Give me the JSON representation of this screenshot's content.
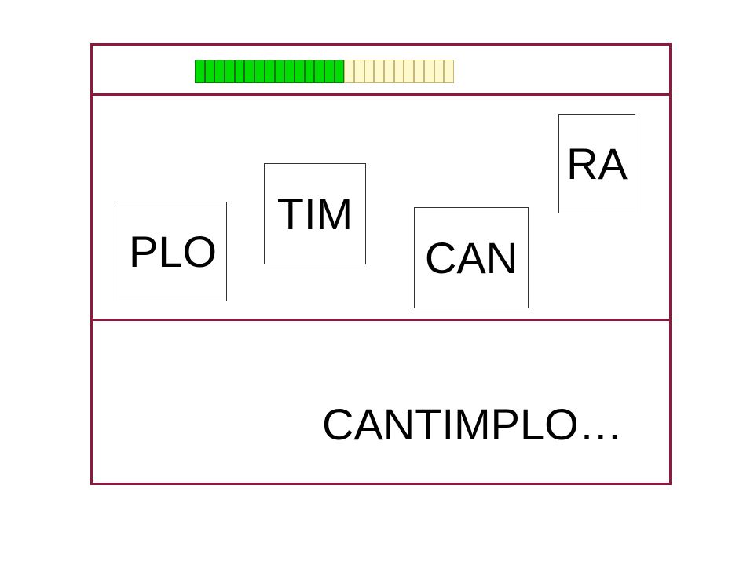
{
  "progress": {
    "filled_segments": 15,
    "total_segments": 26,
    "filled_color": "#00dd00",
    "empty_color": "#fffacd"
  },
  "tiles": [
    {
      "id": "plo",
      "label": "PLO"
    },
    {
      "id": "tim",
      "label": "TIM"
    },
    {
      "id": "can",
      "label": "CAN"
    },
    {
      "id": "ra",
      "label": "RA"
    }
  ],
  "answer": {
    "text": "CANTIMPLO…"
  },
  "colors": {
    "frame": "#8b1a3c"
  }
}
